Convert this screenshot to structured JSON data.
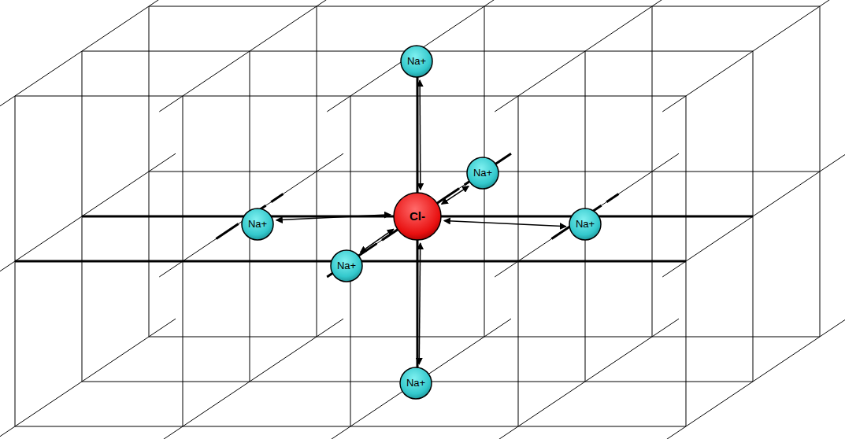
{
  "diagram": {
    "nodes": [
      {
        "text": [
          "Na+"
        ]
      },
      {
        "text": [
          "Na+"
        ]
      },
      {
        "text": [
          "Na+"
        ]
      },
      {
        "text": [
          "Cl-"
        ]
      },
      {
        "text": [
          "Na+"
        ]
      },
      {
        "text": [
          "Na+"
        ]
      },
      {
        "text": [
          "Na+"
        ]
      }
    ],
    "edges": [
      {
        "from": 3,
        "to": 0,
        "arrow": "both"
      },
      {
        "from": 3,
        "to": 1,
        "arrow": "both"
      },
      {
        "from": 3,
        "to": 2,
        "arrow": "both"
      },
      {
        "from": 3,
        "to": 4,
        "arrow": "both"
      },
      {
        "from": 3,
        "to": 5,
        "arrow": "both"
      },
      {
        "from": 3,
        "to": 6,
        "arrow": "both"
      }
    ]
  }
}
